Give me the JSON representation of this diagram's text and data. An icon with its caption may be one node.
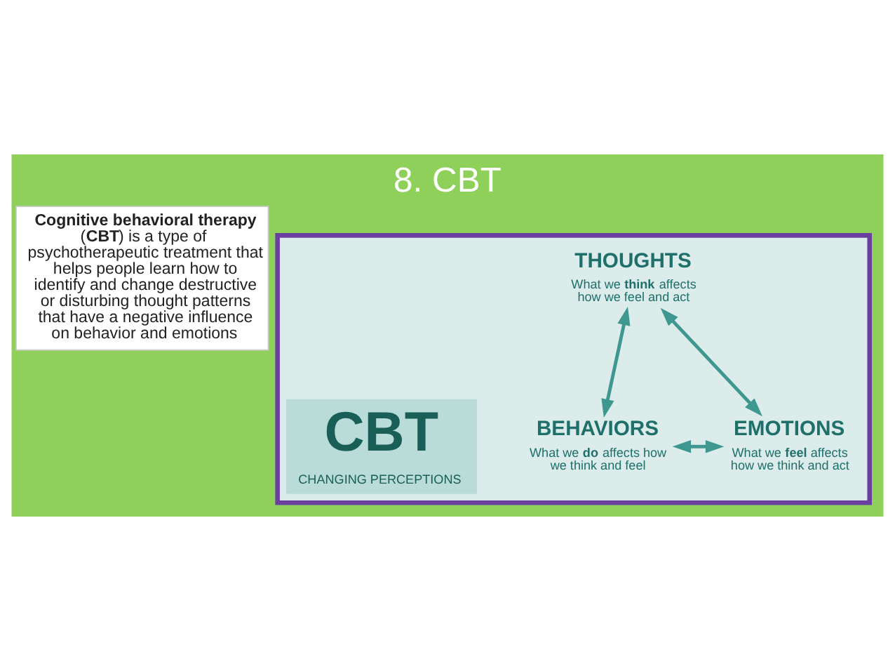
{
  "diagram": {
    "title": "8. CBT",
    "nodes": [
      {
        "text": [
          "**Cognitive behavioral therapy** (**CBT**) is a type of psychotherapeutic treatment that helps people learn how to identify and change destructive or disturbing thought patterns that have a negative influence on behavior and emotions"
        ]
      },
      {
        "text": [],
        "shape": "box"
      },
      {
        "text": [
          "THOUGHTS",
          "What we **think** affects how we feel and act"
        ],
        "in": 1
      },
      {
        "text": [
          "EMOTIONS",
          "What we **feel** affects how we think and act"
        ],
        "in": 1
      },
      {
        "text": [
          "CBT",
          "CHANGING PERCEPTIONS"
        ],
        "in": 1
      },
      {
        "text": [
          "BEHAVIORS",
          "What we **do** affects how we think and feel"
        ],
        "in": 1
      }
    ],
    "edges": [
      {
        "from": 2,
        "to": 5,
        "arrow": "both"
      },
      {
        "from": 5,
        "to": 3,
        "arrow": "both"
      },
      {
        "from": 3,
        "to": 2,
        "arrow": "both"
      }
    ]
  }
}
